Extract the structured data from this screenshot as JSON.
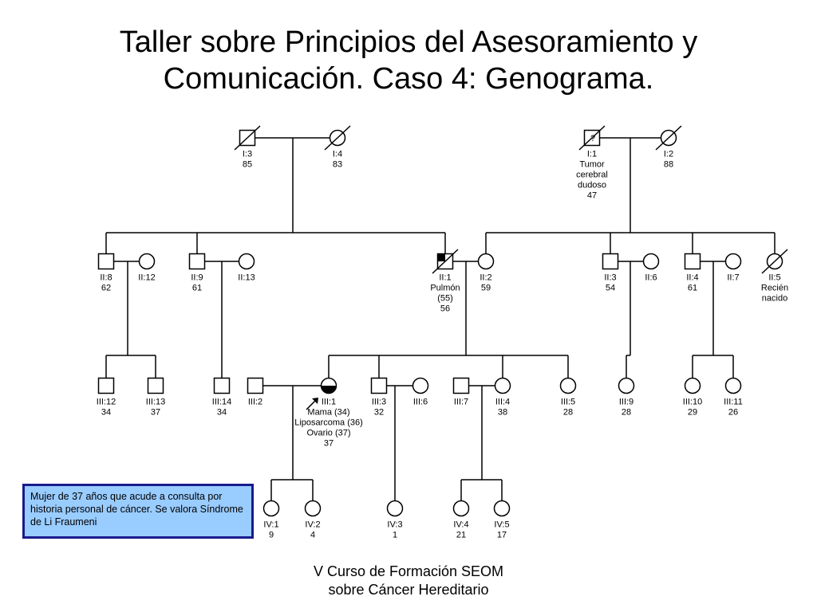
{
  "title_line1": "Taller sobre Principios del Asesoramiento y",
  "title_line2": "Comunicación. Caso 4: Genograma.",
  "footer_line1": "V Curso de Formación SEOM",
  "footer_line2": "sobre Cáncer Hereditario",
  "note": "Mujer de 37 años que acude a consulta por historia personal de cáncer. Se valora Síndrome de Li Fraumeni",
  "colors": {
    "note_bg": "#99ccff",
    "note_border": "#1a1a8c"
  },
  "individuals": [
    {
      "id": "I:3",
      "lines": [
        "I:3",
        "85"
      ]
    },
    {
      "id": "I:4",
      "lines": [
        "I:4",
        "83"
      ]
    },
    {
      "id": "I:1",
      "symbol_text": "?",
      "lines": [
        "I:1",
        "Tumor",
        "cerebral",
        "dudoso",
        "47"
      ]
    },
    {
      "id": "I:2",
      "lines": [
        "I:2",
        "88"
      ]
    },
    {
      "id": "II:8",
      "lines": [
        "II:8",
        "62"
      ]
    },
    {
      "id": "II:12",
      "lines": [
        "II:12"
      ]
    },
    {
      "id": "II:9",
      "lines": [
        "II:9",
        "61"
      ]
    },
    {
      "id": "II:13",
      "lines": [
        "II:13"
      ]
    },
    {
      "id": "II:1",
      "lines": [
        "II:1",
        "Pulmón",
        "(55)",
        "56"
      ]
    },
    {
      "id": "II:2",
      "lines": [
        "II:2",
        "59"
      ]
    },
    {
      "id": "II:3",
      "lines": [
        "II:3",
        "54"
      ]
    },
    {
      "id": "II:6",
      "lines": [
        "II:6"
      ]
    },
    {
      "id": "II:4",
      "lines": [
        "II:4",
        "61"
      ]
    },
    {
      "id": "II:7",
      "lines": [
        "II:7"
      ]
    },
    {
      "id": "II:5",
      "lines": [
        "II:5",
        "Recién",
        "nacido"
      ]
    },
    {
      "id": "III:12",
      "lines": [
        "III:12",
        "34"
      ]
    },
    {
      "id": "III:13",
      "lines": [
        "III:13",
        "37"
      ]
    },
    {
      "id": "III:14",
      "lines": [
        "III:14",
        "34"
      ]
    },
    {
      "id": "III:2",
      "lines": [
        "III:2"
      ]
    },
    {
      "id": "III:1",
      "lines": [
        "III:1",
        "Mama (34)",
        "Liposarcoma (36)",
        "Ovario (37)",
        "37"
      ]
    },
    {
      "id": "III:3",
      "lines": [
        "III:3",
        "32"
      ]
    },
    {
      "id": "III:6",
      "lines": [
        "III:6"
      ]
    },
    {
      "id": "III:7",
      "lines": [
        "III:7"
      ]
    },
    {
      "id": "III:4",
      "lines": [
        "III:4",
        "38"
      ]
    },
    {
      "id": "III:5",
      "lines": [
        "III:5",
        "28"
      ]
    },
    {
      "id": "III:9",
      "lines": [
        "III:9",
        "28"
      ]
    },
    {
      "id": "III:10",
      "lines": [
        "III:10",
        "29"
      ]
    },
    {
      "id": "III:11",
      "lines": [
        "III:11",
        "26"
      ]
    },
    {
      "id": "IV:1",
      "lines": [
        "IV:1",
        "9"
      ]
    },
    {
      "id": "IV:2",
      "lines": [
        "IV:2",
        "4"
      ]
    },
    {
      "id": "IV:3",
      "lines": [
        "IV:3",
        "1"
      ]
    },
    {
      "id": "IV:4",
      "lines": [
        "IV:4",
        "21"
      ]
    },
    {
      "id": "IV:5",
      "lines": [
        "IV:5",
        "17"
      ]
    }
  ]
}
